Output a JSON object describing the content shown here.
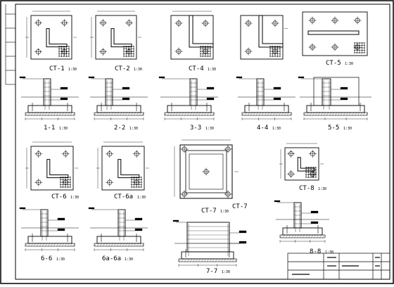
{
  "drawing": {
    "line_color": "#000000",
    "background": "#ffffff",
    "plans": [
      {
        "id": "ct1",
        "label": "CT-1",
        "scale": "1:30"
      },
      {
        "id": "ct2",
        "label": "CT-2",
        "scale": "1:30"
      },
      {
        "id": "ct4",
        "label": "CT-4",
        "scale": "1:30"
      },
      {
        "id": "ct4r",
        "label": "",
        "scale": ""
      },
      {
        "id": "ct5",
        "label": "CT-5",
        "scale": "1:30"
      },
      {
        "id": "ct6",
        "label": "CT-6",
        "scale": "1:30"
      },
      {
        "id": "ct6a",
        "label": "CT-6a",
        "scale": "1:30"
      },
      {
        "id": "ct7",
        "label": "CT-7",
        "scale": "1:30",
        "side_label": "CT-7"
      },
      {
        "id": "ct8",
        "label": "CT-8",
        "scale": "1:30"
      }
    ],
    "sections": [
      {
        "id": "s11",
        "label": "1-1",
        "scale": "1:30"
      },
      {
        "id": "s22",
        "label": "2-2",
        "scale": "1:30"
      },
      {
        "id": "s33",
        "label": "3-3",
        "scale": "1:30"
      },
      {
        "id": "s44",
        "label": "4-4",
        "scale": "1:30"
      },
      {
        "id": "s55",
        "label": "5-5",
        "scale": "1:30"
      },
      {
        "id": "s66",
        "label": "6-6",
        "scale": "1:30"
      },
      {
        "id": "s6a",
        "label": "6a-6a",
        "scale": "1:30"
      },
      {
        "id": "s77",
        "label": "7-7",
        "scale": "1:30"
      },
      {
        "id": "s88",
        "label": "8-8",
        "scale": "1:30"
      }
    ],
    "title_block": {
      "rows": 3
    }
  }
}
